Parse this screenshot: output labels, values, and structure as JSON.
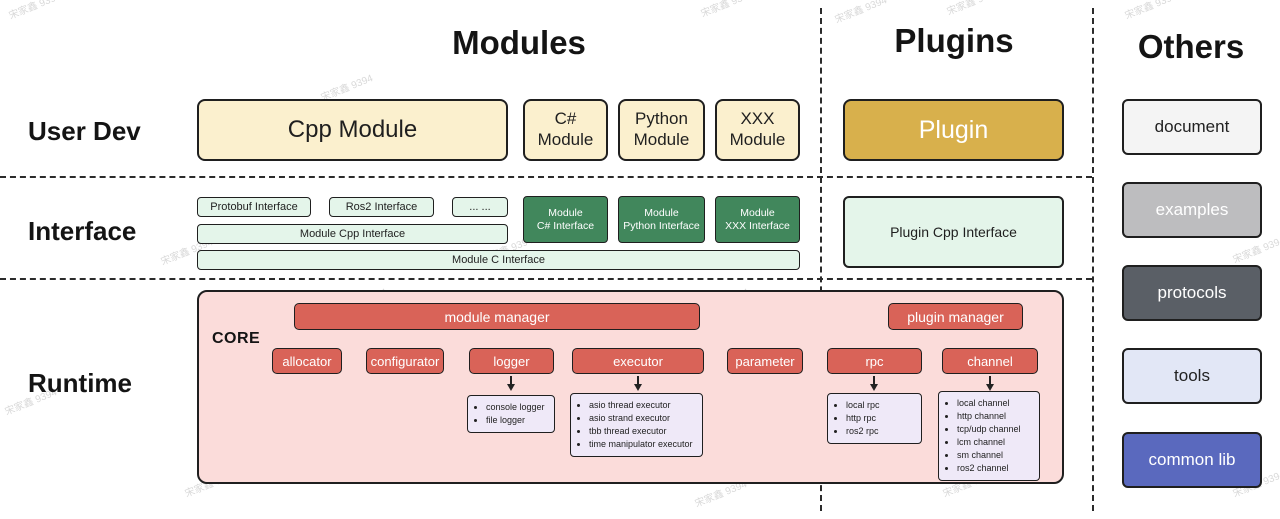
{
  "watermark": {
    "text": "宋家鑫 9394"
  },
  "headers": {
    "modules": "Modules",
    "plugins": "Plugins",
    "others": "Others"
  },
  "rows": {
    "user_dev": "User Dev",
    "interface": "Interface",
    "runtime": "Runtime"
  },
  "user_dev": {
    "cpp_module": "Cpp Module",
    "csharp_module": "C#\nModule",
    "python_module": "Python\nModule",
    "xxx_module": "XXX\nModule",
    "plugin": "Plugin"
  },
  "interface": {
    "protobuf": "Protobuf Interface",
    "ros2": "Ros2 Interface",
    "more": "... ...",
    "module_cpp": "Module Cpp Interface",
    "module_c": "Module C Interface",
    "module_csharp": "Module\nC# Interface",
    "module_python": "Module\nPython Interface",
    "module_xxx": "Module\nXXX Interface",
    "plugin_cpp": "Plugin Cpp Interface"
  },
  "runtime": {
    "core": "CORE",
    "module_manager": "module manager",
    "plugin_manager": "plugin manager",
    "components": [
      "allocator",
      "configurator",
      "logger",
      "executor",
      "parameter",
      "rpc",
      "channel"
    ],
    "logger_impls": [
      "console logger",
      "file logger"
    ],
    "executor_impls": [
      "asio thread executor",
      "asio strand executor",
      "tbb thread executor",
      "time manipulator executor"
    ],
    "rpc_impls": [
      "local rpc",
      "http rpc",
      "ros2 rpc"
    ],
    "channel_impls": [
      "local channel",
      "http channel",
      "tcp/udp channel",
      "lcm channel",
      "sm channel",
      "ros2 channel"
    ]
  },
  "others": [
    "document",
    "examples",
    "protocols",
    "tools",
    "common lib"
  ],
  "colors": {
    "ink": "#1f1f1f",
    "cream": "#FBF0CE",
    "gold": "#D8B04C",
    "green-light": "#E4F5EA",
    "green-dark": "#41875C",
    "pink": "#FBDCDA",
    "red": "#D96358",
    "lavender": "#EFE9F8",
    "others-document": "#F4F4F4",
    "others-examples": "#BDBDBF",
    "others-protocols": "#5A5F66",
    "others-tools": "#E2E7F6",
    "others-commonlib": "#5A69BE",
    "watermark": "#D9D9D9"
  }
}
